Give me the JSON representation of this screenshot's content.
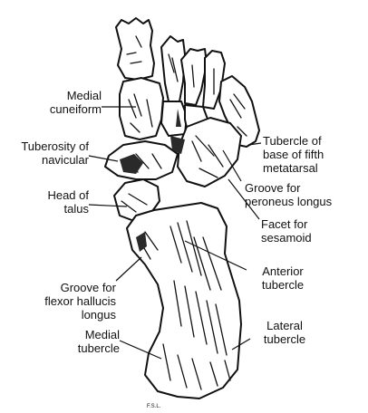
{
  "colors": {
    "ink": "#111111",
    "bone": "#ffffff",
    "shade": "#2a2a2a"
  },
  "labels": {
    "medial_cuneiform": "Medial\ncuneiform",
    "tuberosity_navicular": "Tuberosity of\nnavicular",
    "head_talus": "Head of\ntalus",
    "groove_flexor": "Groove for\nflexor hallucis\nlongus",
    "medial_tubercle": "Medial\ntubercle",
    "tubercle_fifth": "Tubercle of\nbase of fifth\nmetatarsal",
    "groove_peroneus": "Groove for\nperoneus longus",
    "facet_sesamoid": "Facet for\nsesamoid",
    "anterior_tubercle": "Anterior\ntubercle",
    "lateral_tubercle": "Lateral\ntubercle"
  },
  "signature": "F.S.L."
}
